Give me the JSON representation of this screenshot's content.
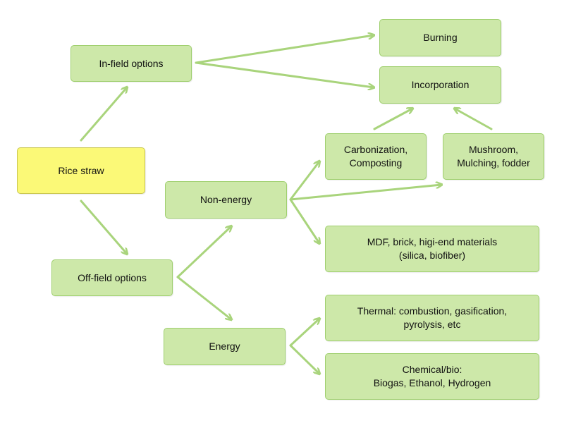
{
  "nodes": {
    "rice_straw": {
      "lines": [
        "Rice straw"
      ]
    },
    "in_field": {
      "lines": [
        "In-field options"
      ]
    },
    "off_field": {
      "lines": [
        "Off-field options"
      ]
    },
    "burning": {
      "lines": [
        "Burning"
      ]
    },
    "incorporation": {
      "lines": [
        "Incorporation"
      ]
    },
    "carbonization": {
      "lines": [
        "Carbonization,",
        "Composting"
      ]
    },
    "mushroom": {
      "lines": [
        "Mushroom,",
        "Mulching, fodder"
      ]
    },
    "non_energy": {
      "lines": [
        "Non-energy"
      ]
    },
    "mdf": {
      "lines": [
        "MDF, brick, higi-end materials",
        "(silica, biofiber)"
      ]
    },
    "energy": {
      "lines": [
        "Energy"
      ]
    },
    "thermal": {
      "lines": [
        "Thermal: combustion, gasification,",
        "pyrolysis, etc"
      ]
    },
    "chemical": {
      "lines": [
        "Chemical/bio:",
        "Biogas, Ethanol, Hydrogen"
      ]
    }
  },
  "edges": [
    {
      "from": "rice_straw",
      "to": "in_field"
    },
    {
      "from": "rice_straw",
      "to": "off_field"
    },
    {
      "from": "in_field",
      "to": "burning"
    },
    {
      "from": "in_field",
      "to": "incorporation"
    },
    {
      "from": "carbonization",
      "to": "incorporation"
    },
    {
      "from": "mushroom",
      "to": "incorporation"
    },
    {
      "from": "off_field",
      "to": "non_energy"
    },
    {
      "from": "off_field",
      "to": "energy"
    },
    {
      "from": "non_energy",
      "to": "carbonization"
    },
    {
      "from": "non_energy",
      "to": "mushroom"
    },
    {
      "from": "non_energy",
      "to": "mdf"
    },
    {
      "from": "energy",
      "to": "thermal"
    },
    {
      "from": "energy",
      "to": "chemical"
    }
  ],
  "colors": {
    "node_fill": "#cde8a9",
    "node_border": "#9fcf6e",
    "root_fill": "#fbf977",
    "root_border": "#c9c650",
    "arrow": "#a9d47c"
  }
}
